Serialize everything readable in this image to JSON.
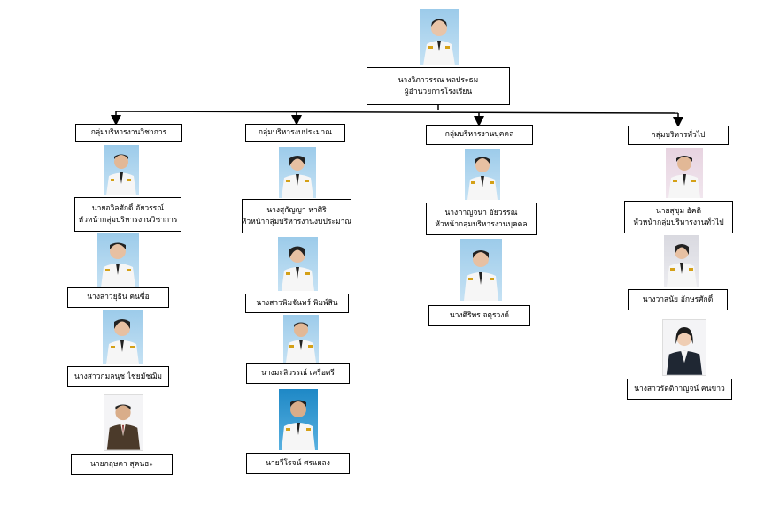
{
  "director": {
    "name": "นางวิภาวรรณ   พลประธม",
    "title": "ผู้อำนวยการโรงเรียน"
  },
  "groups": {
    "academic": {
      "header": "กลุ่มบริหารงานวิชาการ",
      "head_name": "นายอวิลศักดิ์  อัยวรรณ์",
      "head_title": "หัวหน้ากลุ่มบริหารงานวิชาการ",
      "members": [
        "นางสาวยุธิน   คนซื่อ",
        "นางสาวกมลนุช   ไชยมัชฌิม",
        "นายกฤษดา  สุคนธะ"
      ]
    },
    "budget": {
      "header": "กลุ่มบริหารงบประมาณ",
      "head_name": "นางสุกัญญา  หาศิริ",
      "head_title": "หัวหน้ากลุ่มบริหารงานงบประมาณ",
      "members": [
        "นางสาวพิมจันทร์  พิมพ์สิน",
        "นางมะลิวรรณ์   เครือศรี",
        "นายวีโรจน์  ศรแผลง"
      ]
    },
    "personnel": {
      "header": "กลุ่มบริหารงานบุคคล",
      "head_name": "นางกาญจนา   อัยวรรณ",
      "head_title": "หัวหน้ากลุ่มบริหารงานบุคคล",
      "members": [
        "นางศิริพร  จตุรวงค์"
      ]
    },
    "general": {
      "header": "กลุ่มบริหารทั่วไป",
      "head_name": "นายสุชุม  อัคติ",
      "head_title": "หัวหน้ากลุ่มบริหารงานทั่วไป",
      "members": [
        "นางวาสนัย  อักษรศักดิ์",
        "นางสาวรัตติกาญจน์ คนขาว"
      ]
    }
  },
  "colors": {
    "line": "#000000",
    "photo_blue": "#9ccbea",
    "uniform": "#f6f6f6"
  }
}
